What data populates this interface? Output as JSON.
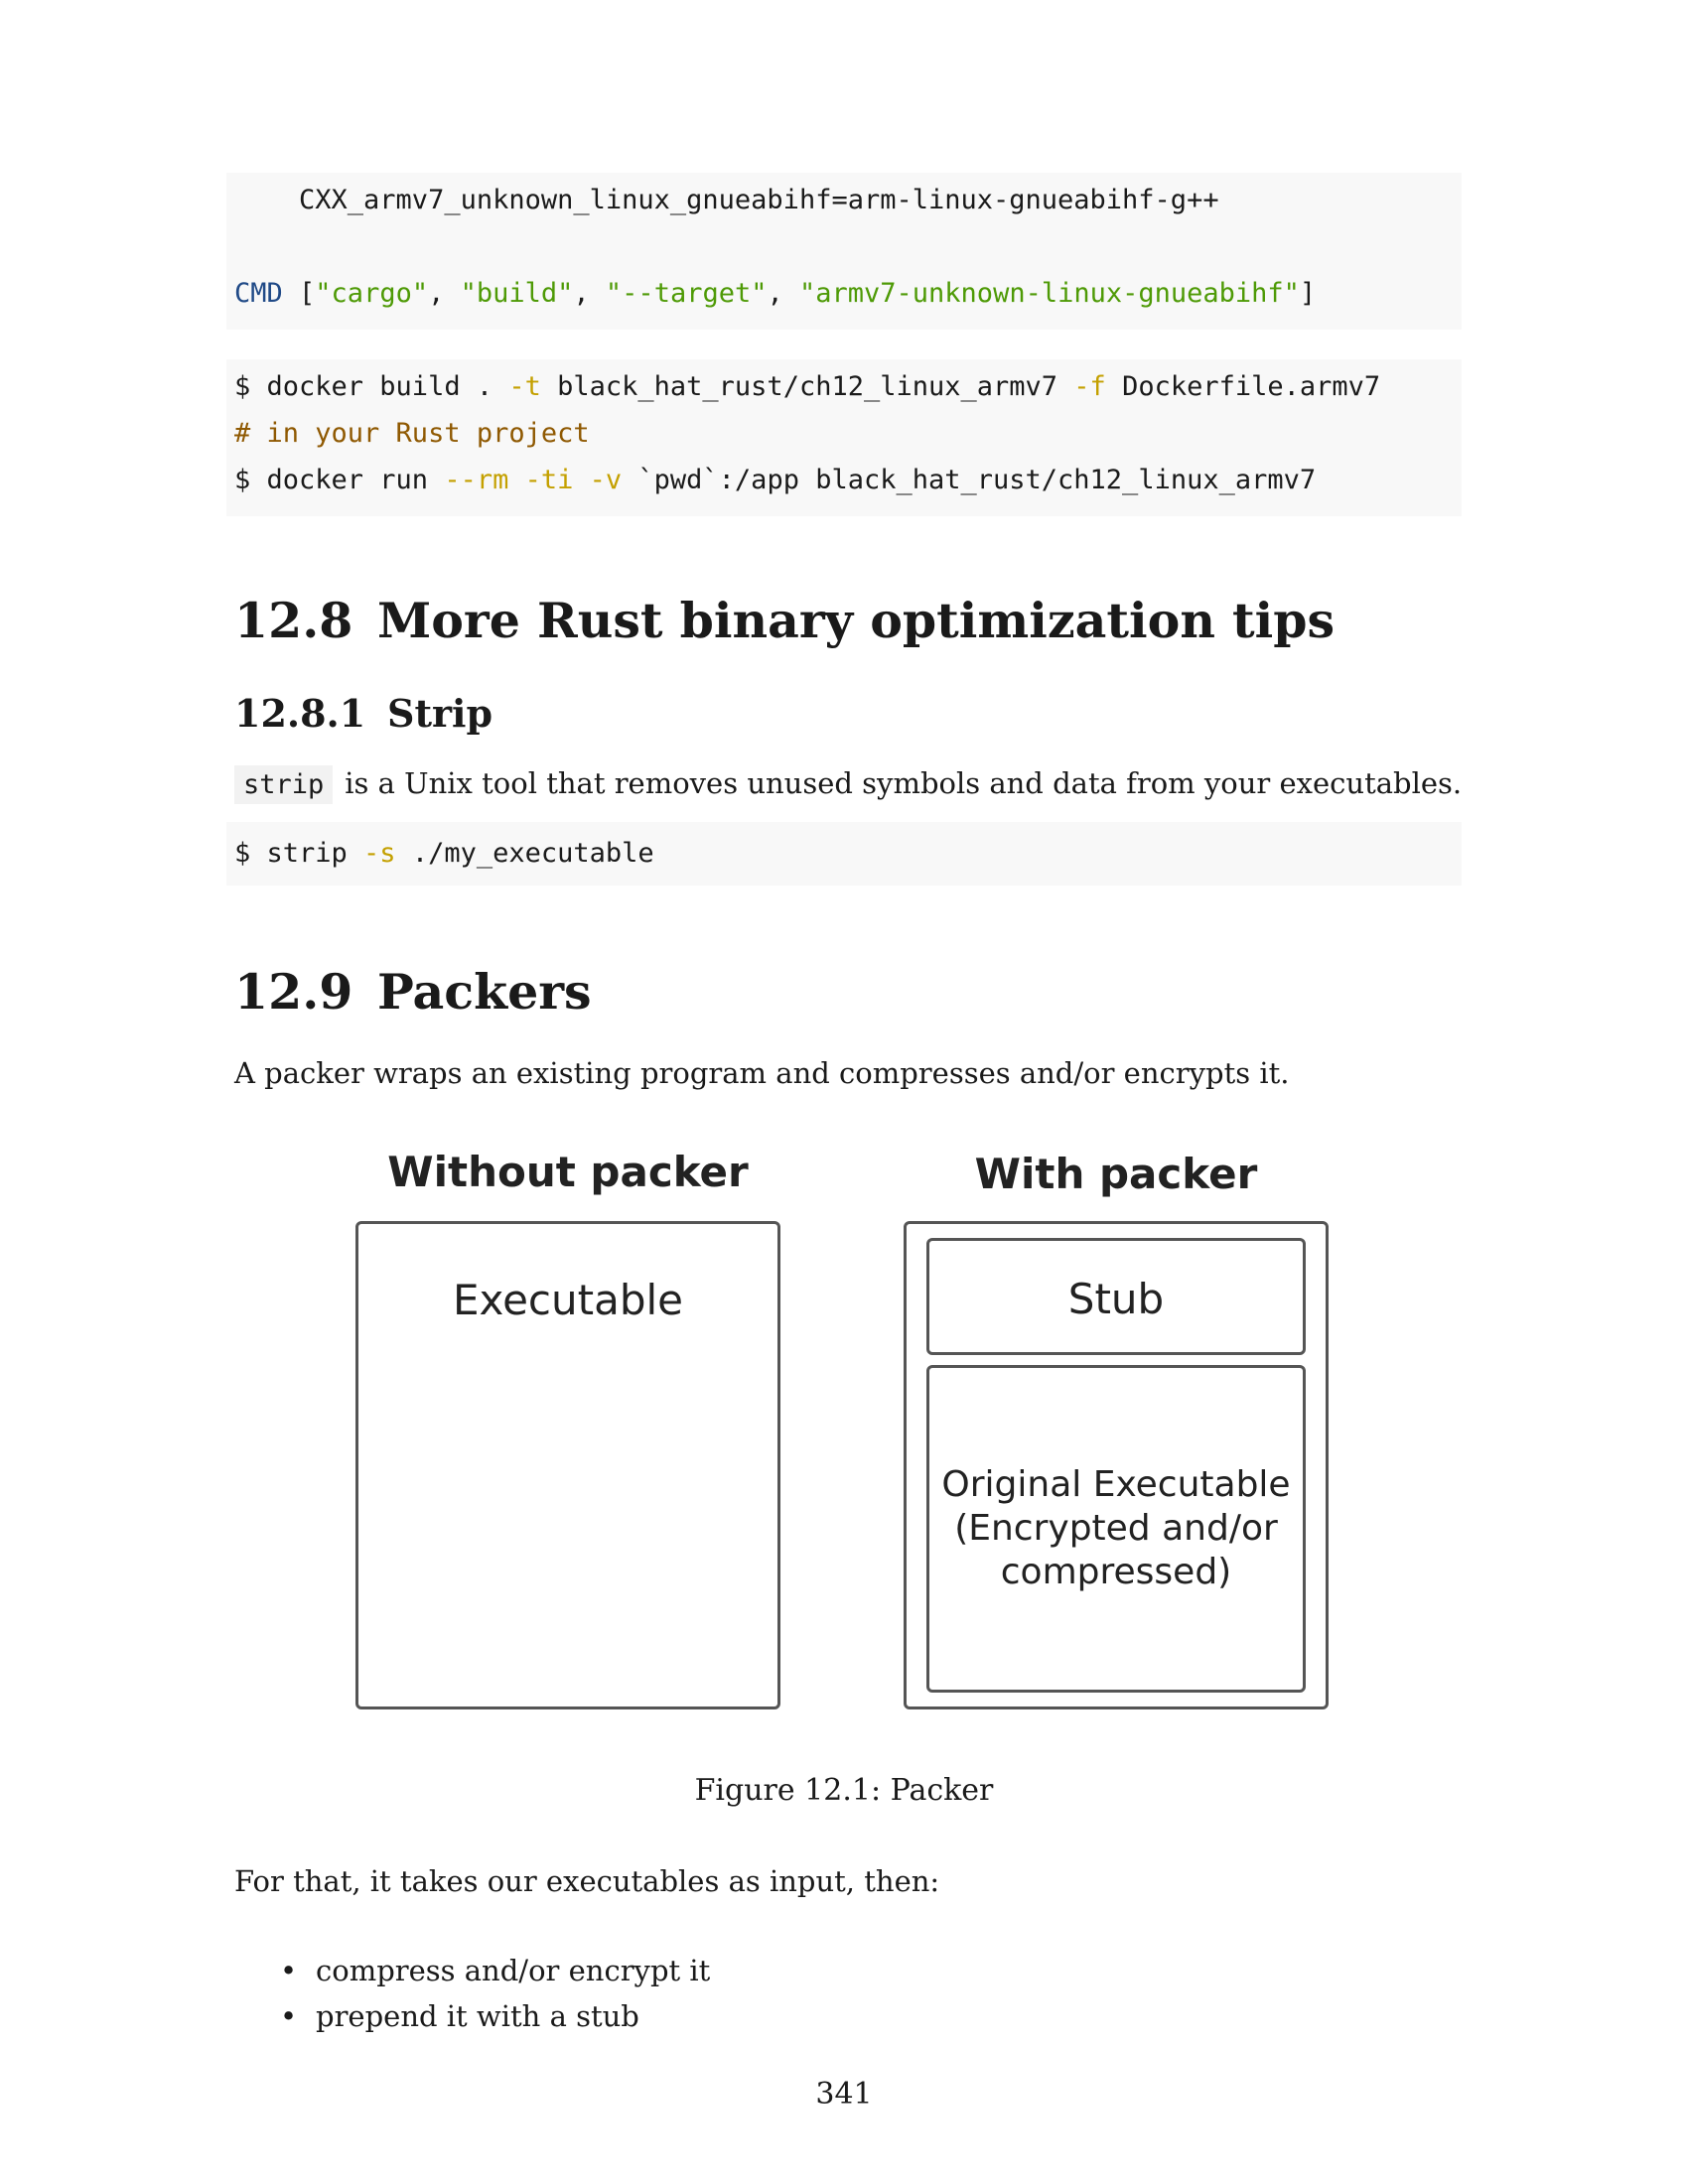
{
  "code1": {
    "line1": "    CXX_armv7_unknown_linux_gnueabihf=arm-linux-gnueabihf-g++",
    "line2_kw": "CMD",
    "line2_open": " [",
    "line2_s1": "\"cargo\"",
    "sep": ", ",
    "line2_s2": "\"build\"",
    "line2_s3": "\"--target\"",
    "line2_s4": "\"armv7-unknown-linux-gnueabihf\"",
    "line2_close": "]"
  },
  "code2": {
    "l1a": "$ docker build . ",
    "l1f1": "-t",
    "l1b": " black_hat_rust/ch12_linux_armv7 ",
    "l1f2": "-f",
    "l1c": " Dockerfile.armv7",
    "l2": "# in your Rust project",
    "l3a": "$ docker run ",
    "l3f": "--rm -ti -v",
    "l3b": " `pwd`:/app black_hat_rust/ch12_linux_armv7"
  },
  "section_12_8": {
    "number": "12.8",
    "title": "More Rust binary optimization tips"
  },
  "section_12_8_1": {
    "number": "12.8.1",
    "title": "Strip"
  },
  "strip_para": {
    "code": "strip",
    "text": "is a Unix tool that removes unused symbols and data from your executables."
  },
  "code3": {
    "a": "$ strip ",
    "flag": "-s",
    "b": " ./my_executable"
  },
  "section_12_9": {
    "number": "12.9",
    "title": "Packers"
  },
  "packer_para": "A packer wraps an existing program and compresses and/or encrypts it.",
  "figure": {
    "left_title": "Without packer",
    "right_title": "With packer",
    "left_box": "Executable",
    "stub_box": "Stub",
    "orig_line1": "Original Executable",
    "orig_line2": "(Encrypted and/or",
    "orig_line3": "compressed)",
    "caption": "Figure 12.1: Packer"
  },
  "input_para": "For that, it takes our executables as input, then:",
  "bullets": [
    "compress and/or encrypt it",
    "prepend it with a stub"
  ],
  "page_number": "341"
}
